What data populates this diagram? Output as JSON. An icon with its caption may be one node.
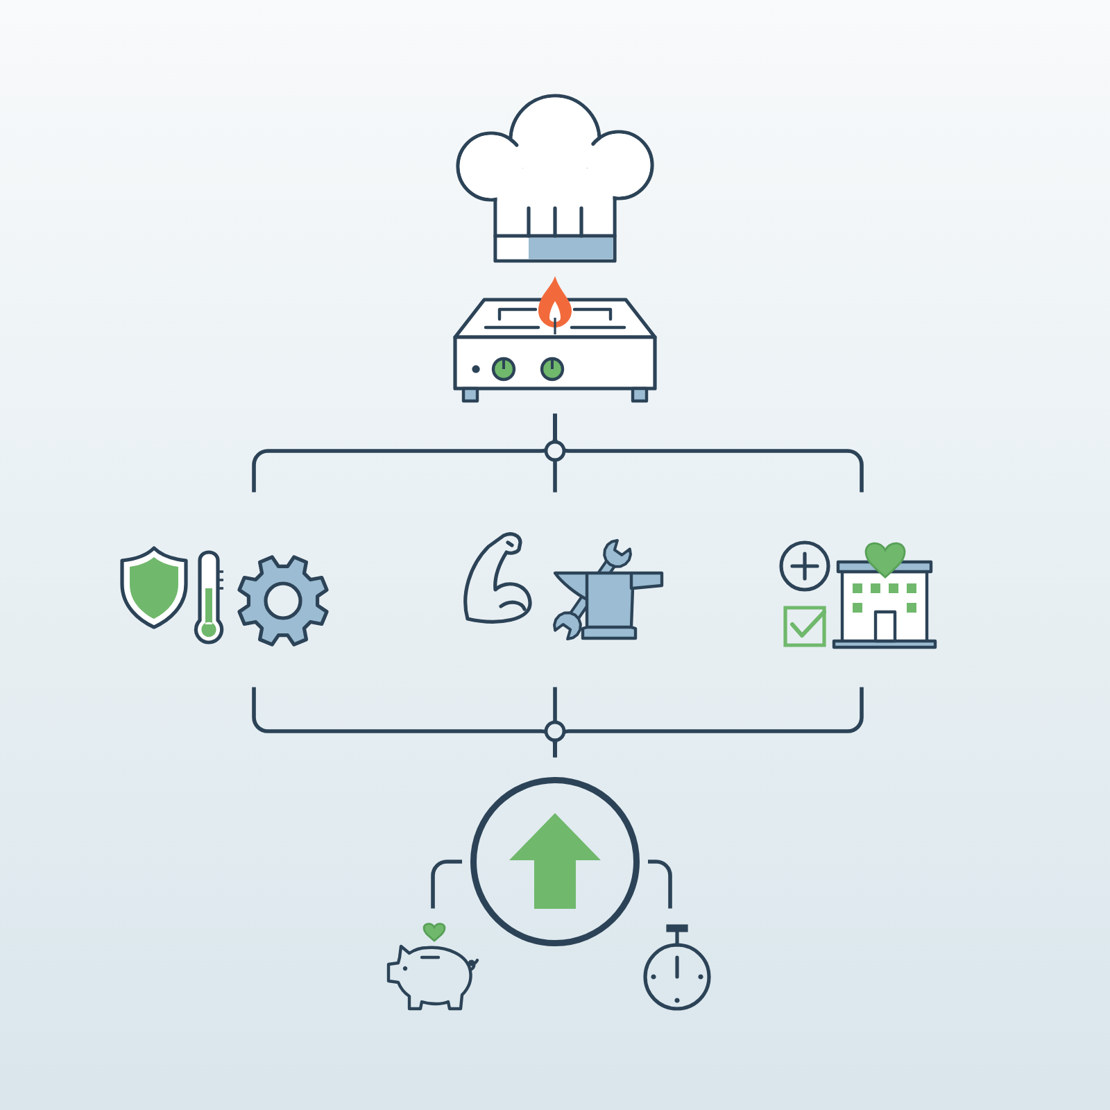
{
  "diagram": {
    "nodes": [
      {
        "text": [],
        "shape": "picture"
      },
      {
        "text": [],
        "shape": "picture"
      },
      {
        "text": [],
        "shape": "picture"
      },
      {
        "text": [],
        "shape": "picture"
      },
      {
        "text": [],
        "shape": "picture"
      },
      {
        "text": [],
        "shape": "circle"
      },
      {
        "text": [],
        "shape": "picture"
      },
      {
        "text": [],
        "shape": "picture"
      }
    ],
    "edges": [
      {
        "from": 1,
        "to": 2,
        "arrow": "none"
      },
      {
        "from": 1,
        "to": 3,
        "arrow": "none"
      },
      {
        "from": 1,
        "to": 4,
        "arrow": "none"
      },
      {
        "from": 2,
        "to": 5,
        "arrow": "none"
      },
      {
        "from": 3,
        "to": 5,
        "arrow": "none"
      },
      {
        "from": 4,
        "to": 5,
        "arrow": "none"
      },
      {
        "from": 5,
        "to": 6,
        "arrow": "none"
      },
      {
        "from": 5,
        "to": 7,
        "arrow": "none"
      }
    ]
  }
}
